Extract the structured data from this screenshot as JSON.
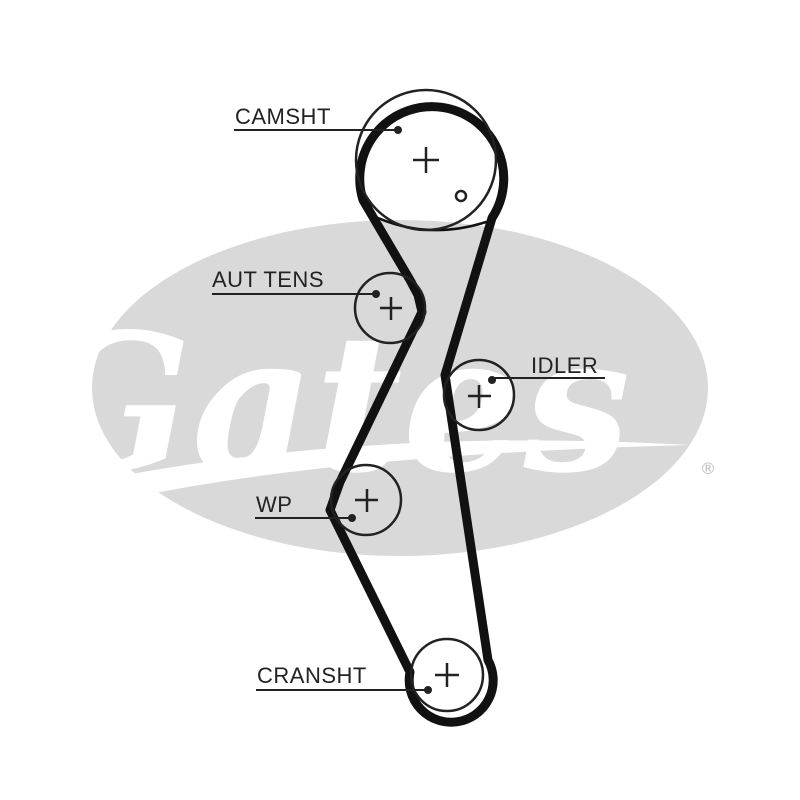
{
  "watermark": {
    "brand": "Gates",
    "registered_mark": "®",
    "color": "#d9d9d9",
    "text_color": "#ffffff"
  },
  "belt": {
    "color": "#111111"
  },
  "pulleys": [
    {
      "id": "camsht",
      "label": "CAMSHT"
    },
    {
      "id": "aut-tens",
      "label": "AUT TENS"
    },
    {
      "id": "idler",
      "label": "IDLER"
    },
    {
      "id": "wp",
      "label": "WP"
    },
    {
      "id": "cransht",
      "label": "CRANSHT"
    }
  ]
}
